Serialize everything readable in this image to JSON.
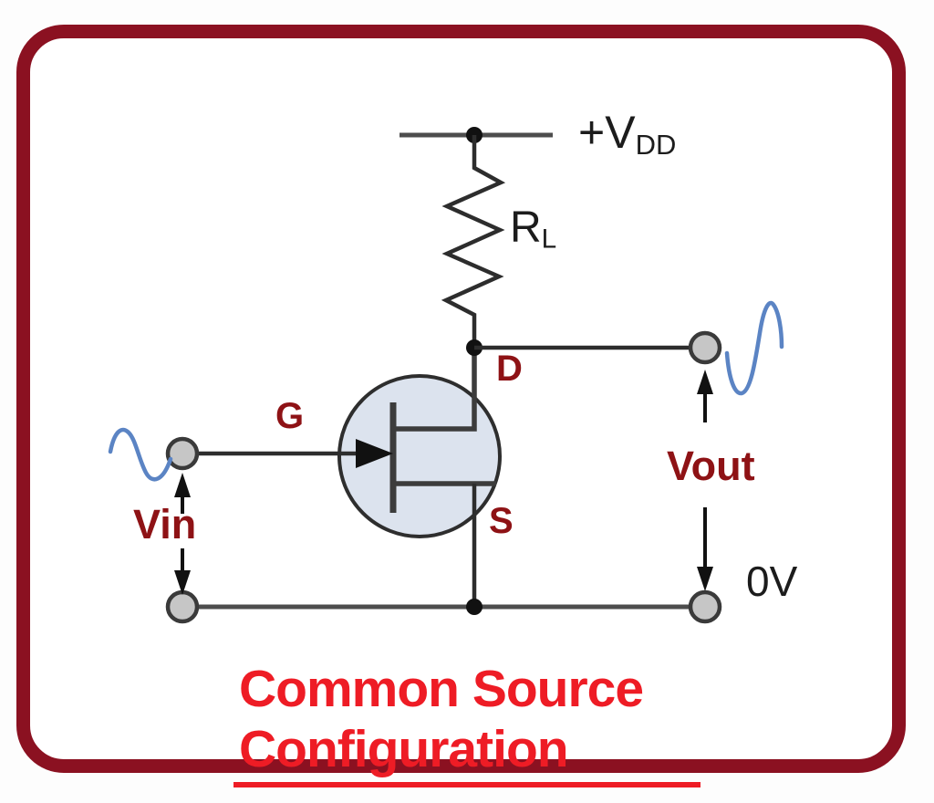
{
  "title": {
    "text": "Common Source Configuration"
  },
  "labels": {
    "vdd_main": "+V",
    "vdd_sub": "DD",
    "rl_main": "R",
    "rl_sub": "L",
    "gate": "G",
    "drain": "D",
    "source": "S",
    "vin": "Vin",
    "vout": "Vout",
    "zero_volts": "0V"
  },
  "colors": {
    "page_bg": "#fdfdfd",
    "frame_bg": "#ffffff",
    "frame_border": "#8b1121",
    "title_red": "#ee1c25",
    "label_maroon": "#8e1215",
    "text_black": "#1c1c1c",
    "signal_blue": "#5b84c4",
    "wire_dark": "#2d2d2d",
    "rail_gray": "#4d4d4d",
    "mosfet_fill": "#dce3ee",
    "mosfet_stroke": "#2e2e2e",
    "terminal_fill": "#c6c6c6",
    "terminal_stroke": "#3a3a3a"
  }
}
